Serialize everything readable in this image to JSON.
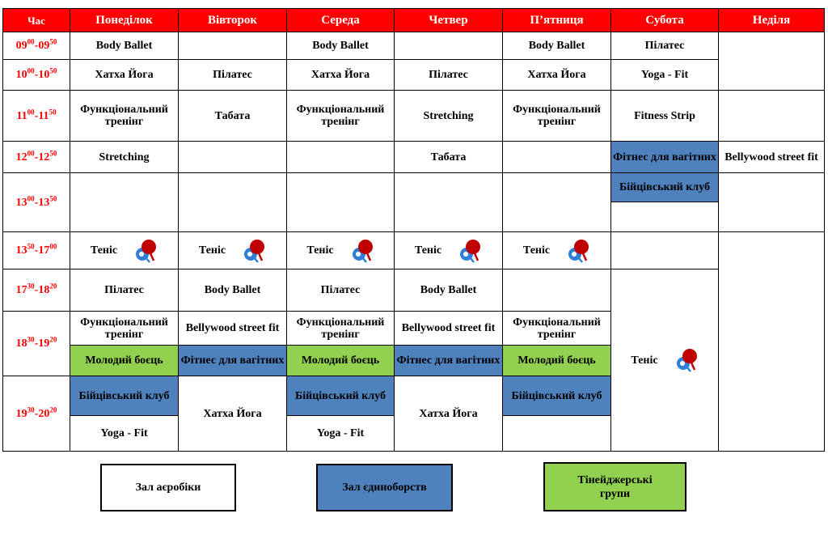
{
  "header": {
    "time": "Час",
    "days": [
      "Понеділок",
      "Вівторок",
      "Середа",
      "Четвер",
      "П’ятниця",
      "Субота",
      "Неділя"
    ]
  },
  "times": [
    {
      "start_h": "09",
      "start_m": "00",
      "end_h": "09",
      "end_m": "50"
    },
    {
      "start_h": "10",
      "start_m": "00",
      "end_h": "10",
      "end_m": "50"
    },
    {
      "start_h": "11",
      "start_m": "00",
      "end_h": "11",
      "end_m": "50"
    },
    {
      "start_h": "12",
      "start_m": "00",
      "end_h": "12",
      "end_m": "50"
    },
    {
      "start_h": "13",
      "start_m": "00",
      "end_h": "13",
      "end_m": "50"
    },
    {
      "start_h": "13",
      "start_m": "50",
      "end_h": "17",
      "end_m": "00"
    },
    {
      "start_h": "17",
      "start_m": "30",
      "end_h": "18",
      "end_m": "20"
    },
    {
      "start_h": "18",
      "start_m": "30",
      "end_h": "19",
      "end_m": "20"
    },
    {
      "start_h": "19",
      "start_m": "30",
      "end_h": "20",
      "end_m": "20"
    }
  ],
  "classes": {
    "body_ballet": "Body Ballet",
    "hatha_yoga": "Хатха Йога",
    "pilates": "Пілатес",
    "functional": "Функціональний тренінг",
    "tabata": "Табата",
    "stretching": "Stretching",
    "fitness_strip": "Fitness Strip",
    "yoga_fit": "Yoga - Fit",
    "pregnant": "Фітнес для вагітних",
    "fight_club": "Бійцівський клуб",
    "bellywood": "Bellywood street fit",
    "tennis": "Теніс",
    "young_fighter": "Молодий боєць"
  },
  "legend": {
    "aerobics": "Зал аєробіки",
    "martial": "Зал єдиноборств",
    "teen": "Тінейджерські групи"
  },
  "colors": {
    "header_red": "#ff0000",
    "martial_blue": "#4f81bd",
    "teen_green": "#92d050"
  },
  "icon": "table-tennis-paddle-icon"
}
